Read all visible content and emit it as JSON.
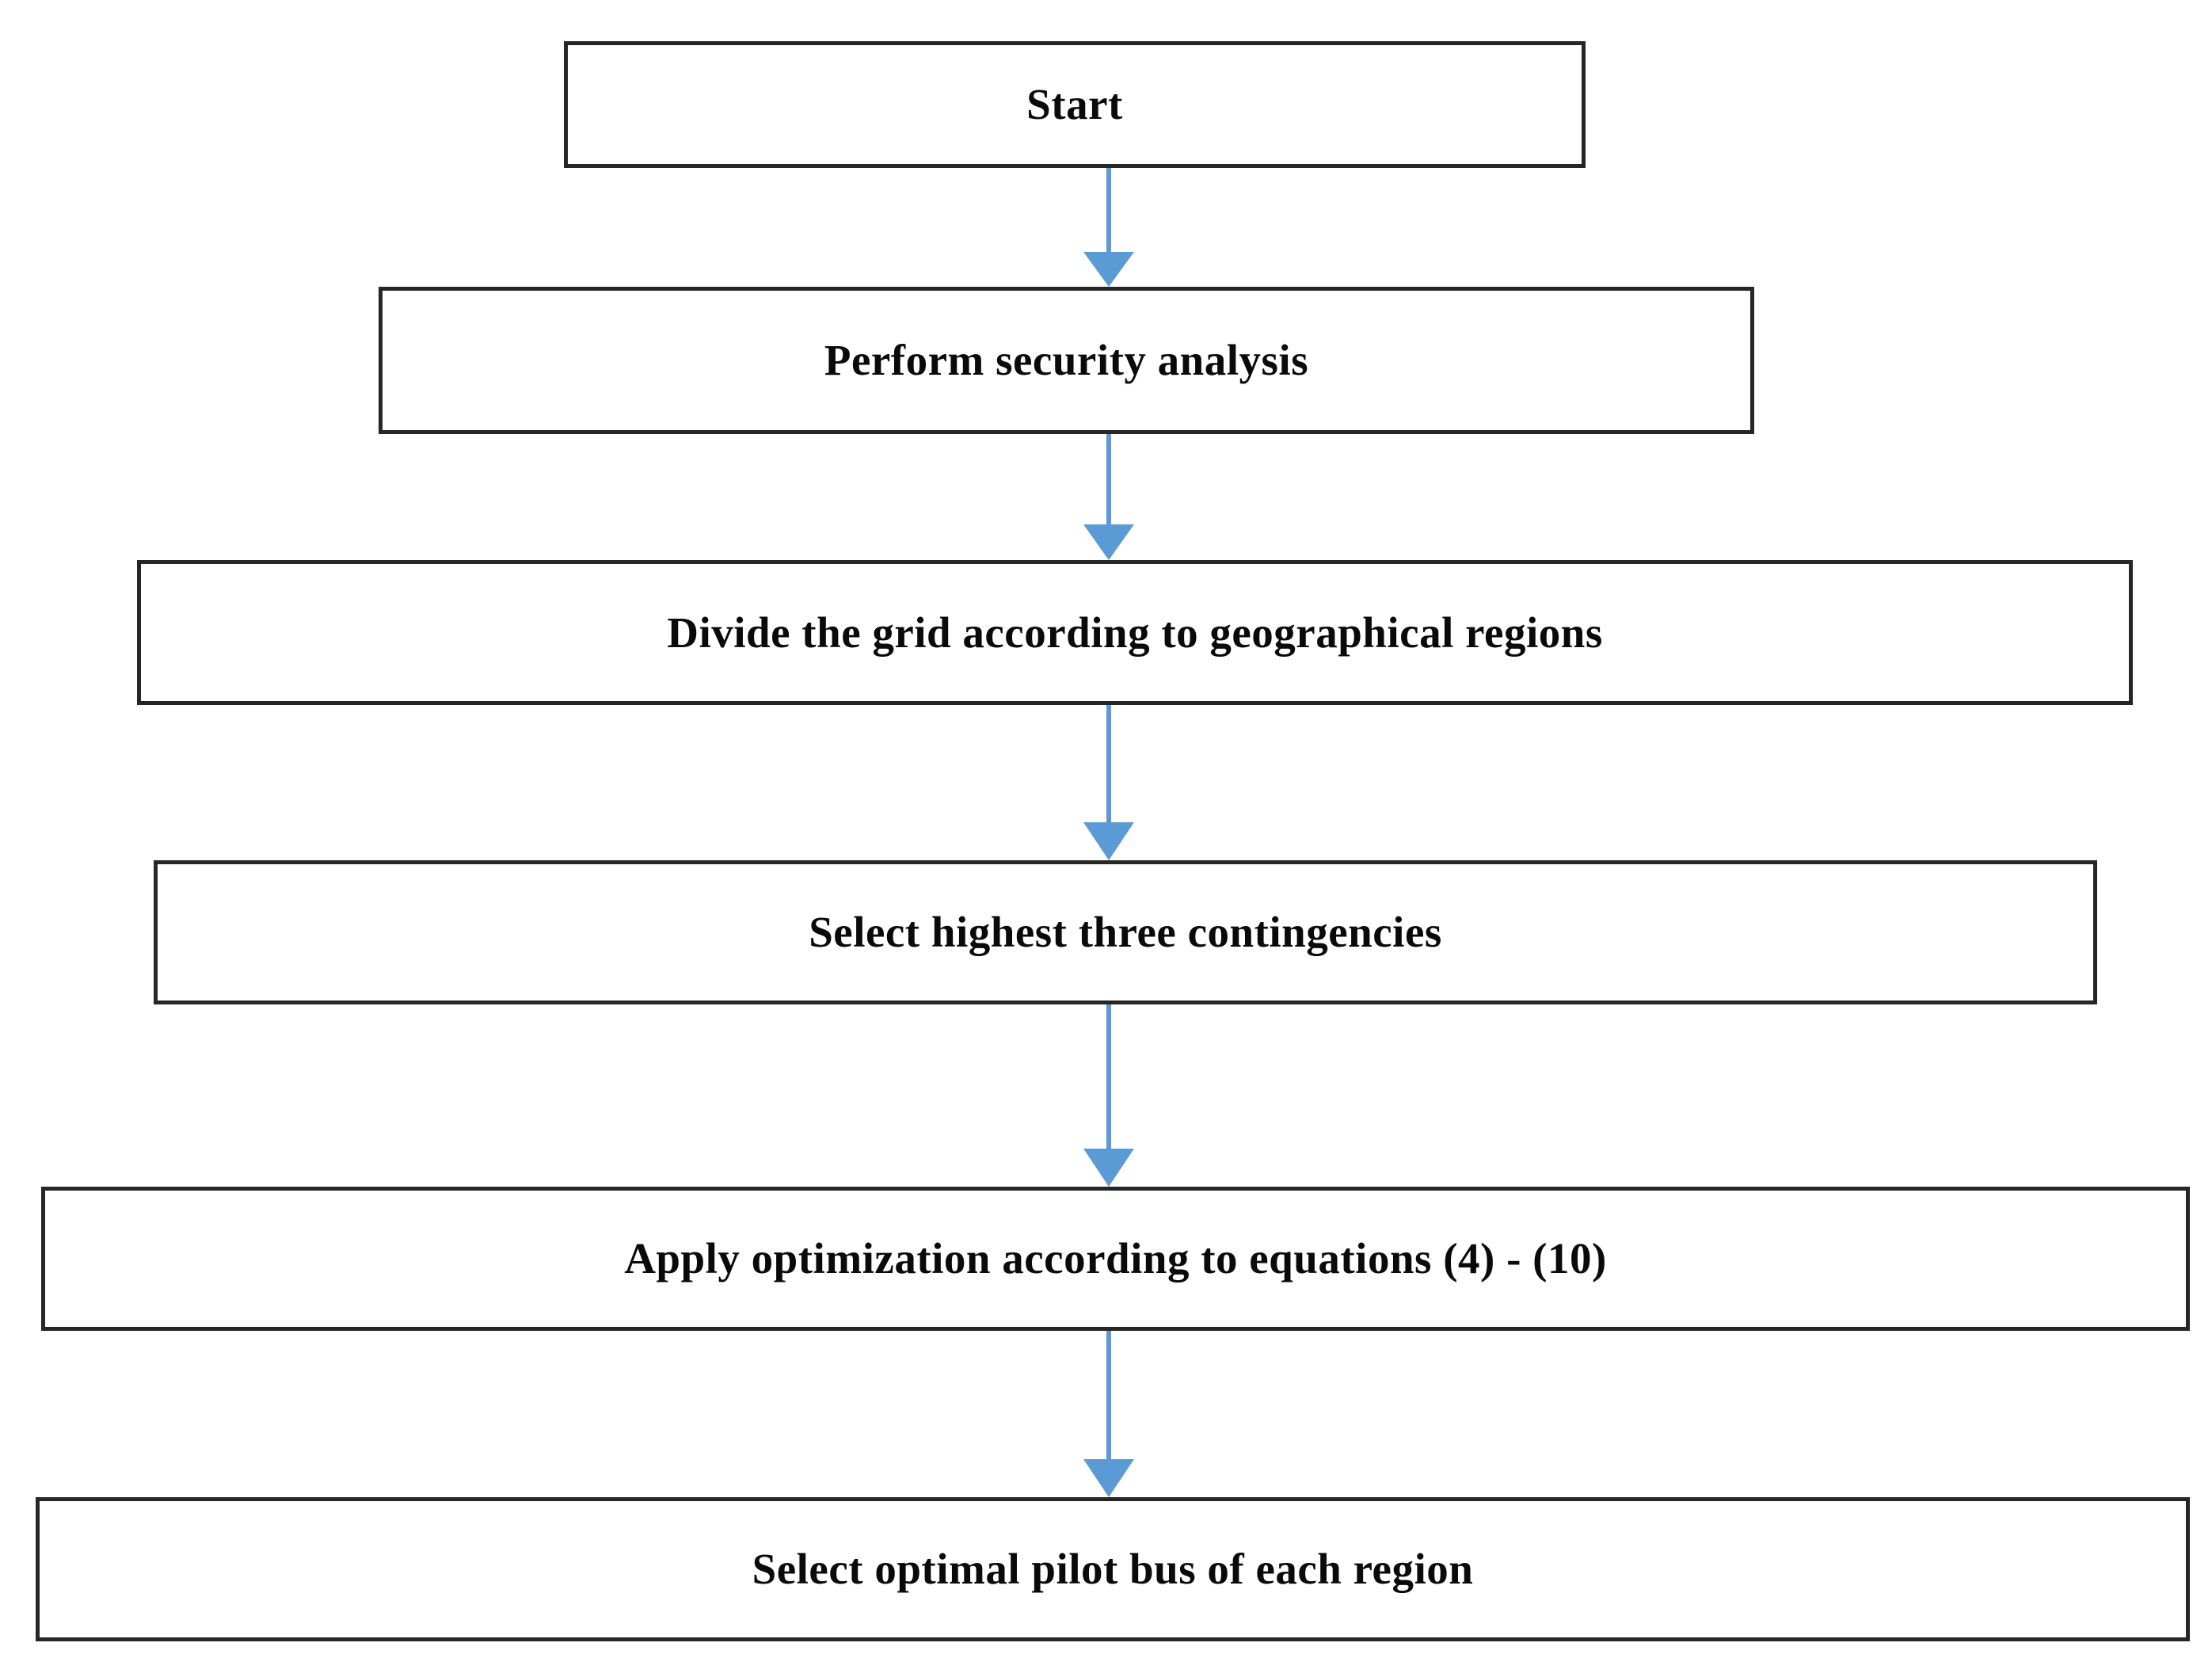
{
  "diagram": {
    "type": "flowchart",
    "orientation": "vertical-top-to-bottom",
    "background_color": "#ffffff",
    "node_border_color": "#262626",
    "node_fill_color": "#ffffff",
    "text_color": "#0a0a0a",
    "connector_color": "#5B9BD5",
    "nodes": [
      {
        "id": "start",
        "label": "Start"
      },
      {
        "id": "security",
        "label": "Perform security analysis"
      },
      {
        "id": "divide",
        "label": "Divide the grid according to geographical regions"
      },
      {
        "id": "contingency",
        "label": "Select highest three contingencies"
      },
      {
        "id": "optimization",
        "label": "Apply optimization according to equations (4) - (10)"
      },
      {
        "id": "pilot",
        "label": "Select optimal pilot bus of each region"
      }
    ],
    "connectors": [
      {
        "id": "arrow-1",
        "from": "start",
        "to": "security",
        "style": "arrow-down"
      },
      {
        "id": "arrow-2",
        "from": "security",
        "to": "divide",
        "style": "arrow-down"
      },
      {
        "id": "arrow-3",
        "from": "divide",
        "to": "contingency",
        "style": "arrow-down"
      },
      {
        "id": "arrow-4",
        "from": "contingency",
        "to": "optimization",
        "style": "arrow-down"
      },
      {
        "id": "arrow-5",
        "from": "optimization",
        "to": "pilot",
        "style": "arrow-down"
      }
    ]
  }
}
